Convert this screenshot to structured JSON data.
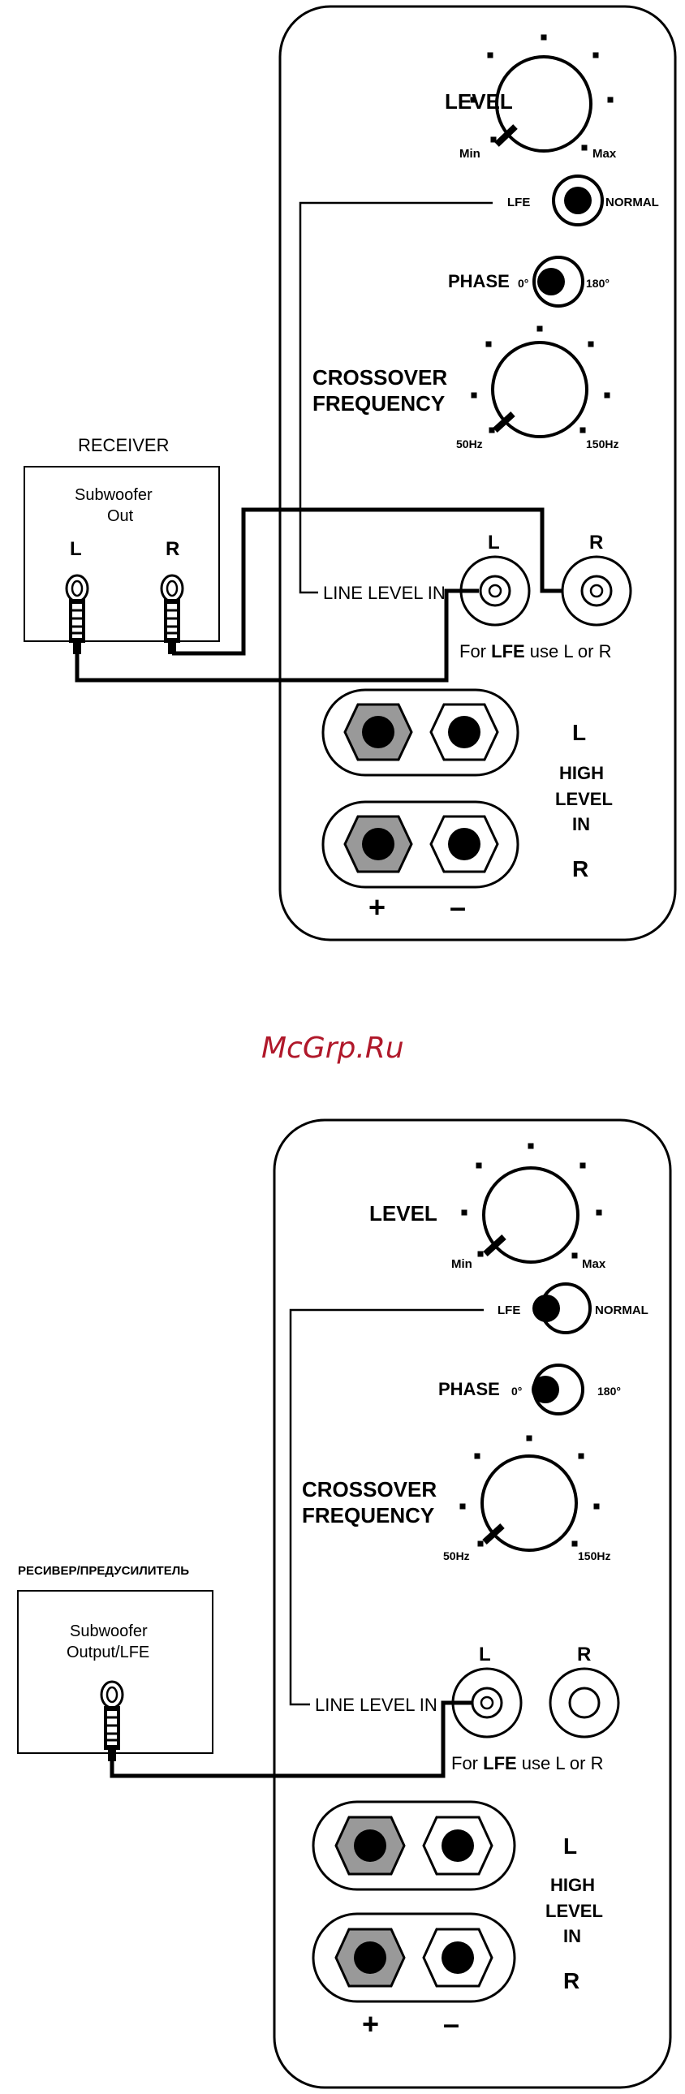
{
  "watermark": "McGrp.Ru",
  "panel1": {
    "level_label": "LEVEL",
    "min_label": "Min",
    "max_label": "Max",
    "lfe_label": "LFE",
    "normal_label": "NORMAL",
    "phase_label": "PHASE",
    "phase_0": "0°",
    "phase_180": "180°",
    "crossover_line1": "CROSSOVER",
    "crossover_line2": "FREQUENCY",
    "freq_min": "50Hz",
    "freq_max": "150Hz",
    "line_level_in": "LINE LEVEL IN",
    "jack_l": "L",
    "jack_r": "R",
    "lfe_note_pre": "For ",
    "lfe_note_bold": "LFE",
    "lfe_note_post": " use L or R",
    "high_l": "L",
    "high_line1": "HIGH",
    "high_line2": "LEVEL",
    "high_line3": "IN",
    "high_r": "R",
    "plus": "+",
    "minus": "–"
  },
  "receiver1": {
    "title": "RECEIVER",
    "out_line1": "Subwoofer",
    "out_line2": "Out",
    "l": "L",
    "r": "R"
  },
  "panel2": {
    "level_label": "LEVEL",
    "min_label": "Min",
    "max_label": "Max",
    "lfe_label": "LFE",
    "normal_label": "NORMAL",
    "phase_label": "PHASE",
    "phase_0": "0°",
    "phase_180": "180°",
    "crossover_line1": "CROSSOVER",
    "crossover_line2": "FREQUENCY",
    "freq_min": "50Hz",
    "freq_max": "150Hz",
    "line_level_in": "LINE LEVEL IN",
    "jack_l": "L",
    "jack_r": "R",
    "lfe_note_pre": "For ",
    "lfe_note_bold": "LFE",
    "lfe_note_post": " use L or R",
    "high_l": "L",
    "high_line1": "HIGH",
    "high_line2": "LEVEL",
    "high_line3": "IN",
    "high_r": "R",
    "plus": "+",
    "minus": "–"
  },
  "receiver2": {
    "title": "РЕСИВЕР/ПРЕДУСИЛИТЕЛЬ",
    "out_line1": "Subwoofer",
    "out_line2": "Output/LFE"
  }
}
